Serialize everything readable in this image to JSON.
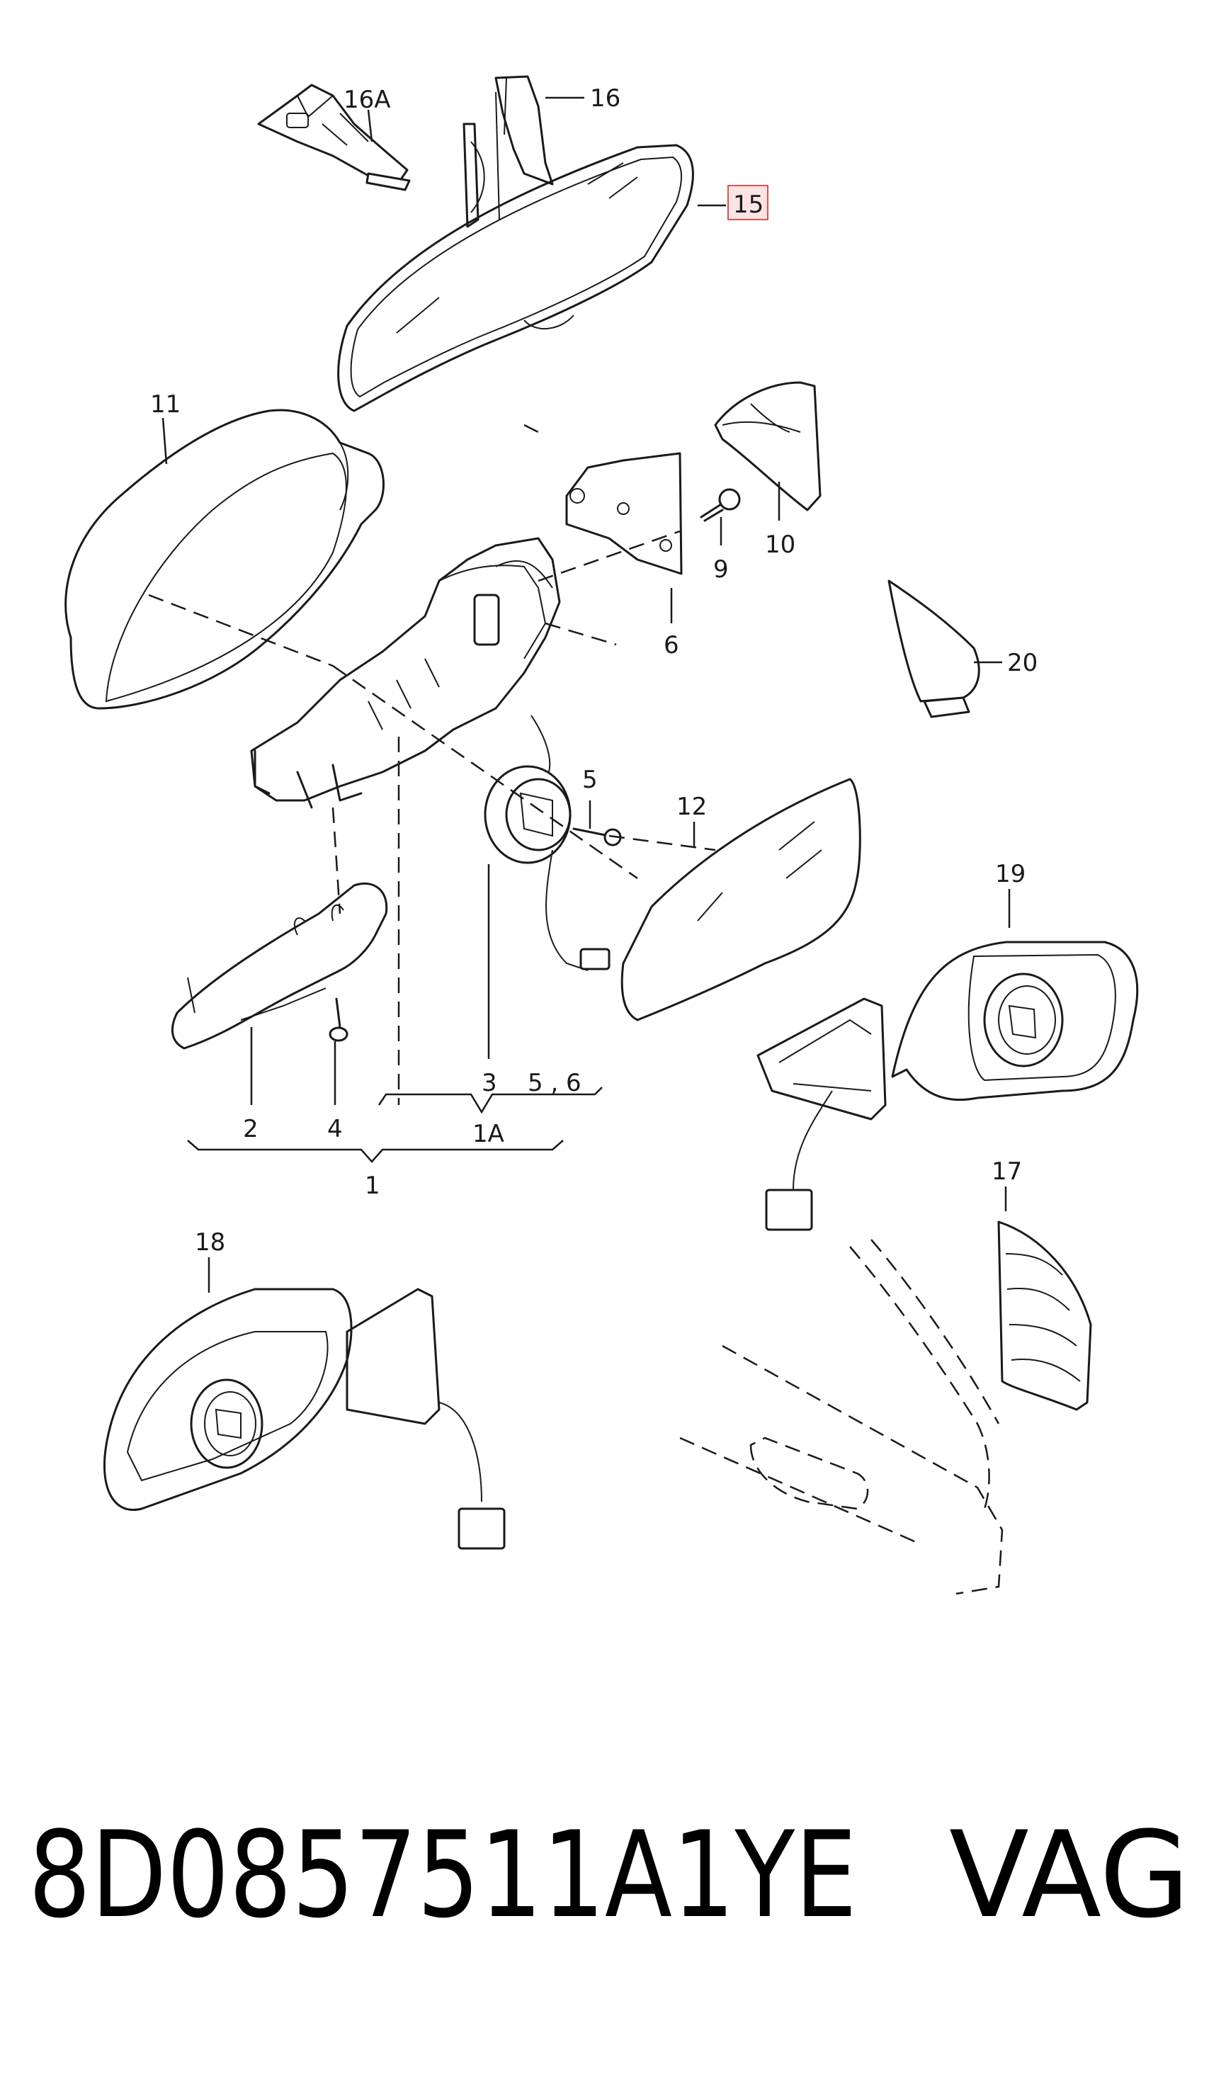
{
  "labels": {
    "l1": "1",
    "l1a": "1A",
    "l2": "2",
    "l3": "3",
    "l4": "4",
    "l5": "5",
    "l56": "5 , 6",
    "l6": "6",
    "l9": "9",
    "l10": "10",
    "l11": "11",
    "l12": "12",
    "l15": "15",
    "l16": "16",
    "l16a": "16A",
    "l17": "17",
    "l18": "18",
    "l19": "19",
    "l20": "20"
  },
  "highlight_color": "#d9534f",
  "footer": {
    "part_number": "8D0857511A1YE",
    "brand": "VAG"
  }
}
